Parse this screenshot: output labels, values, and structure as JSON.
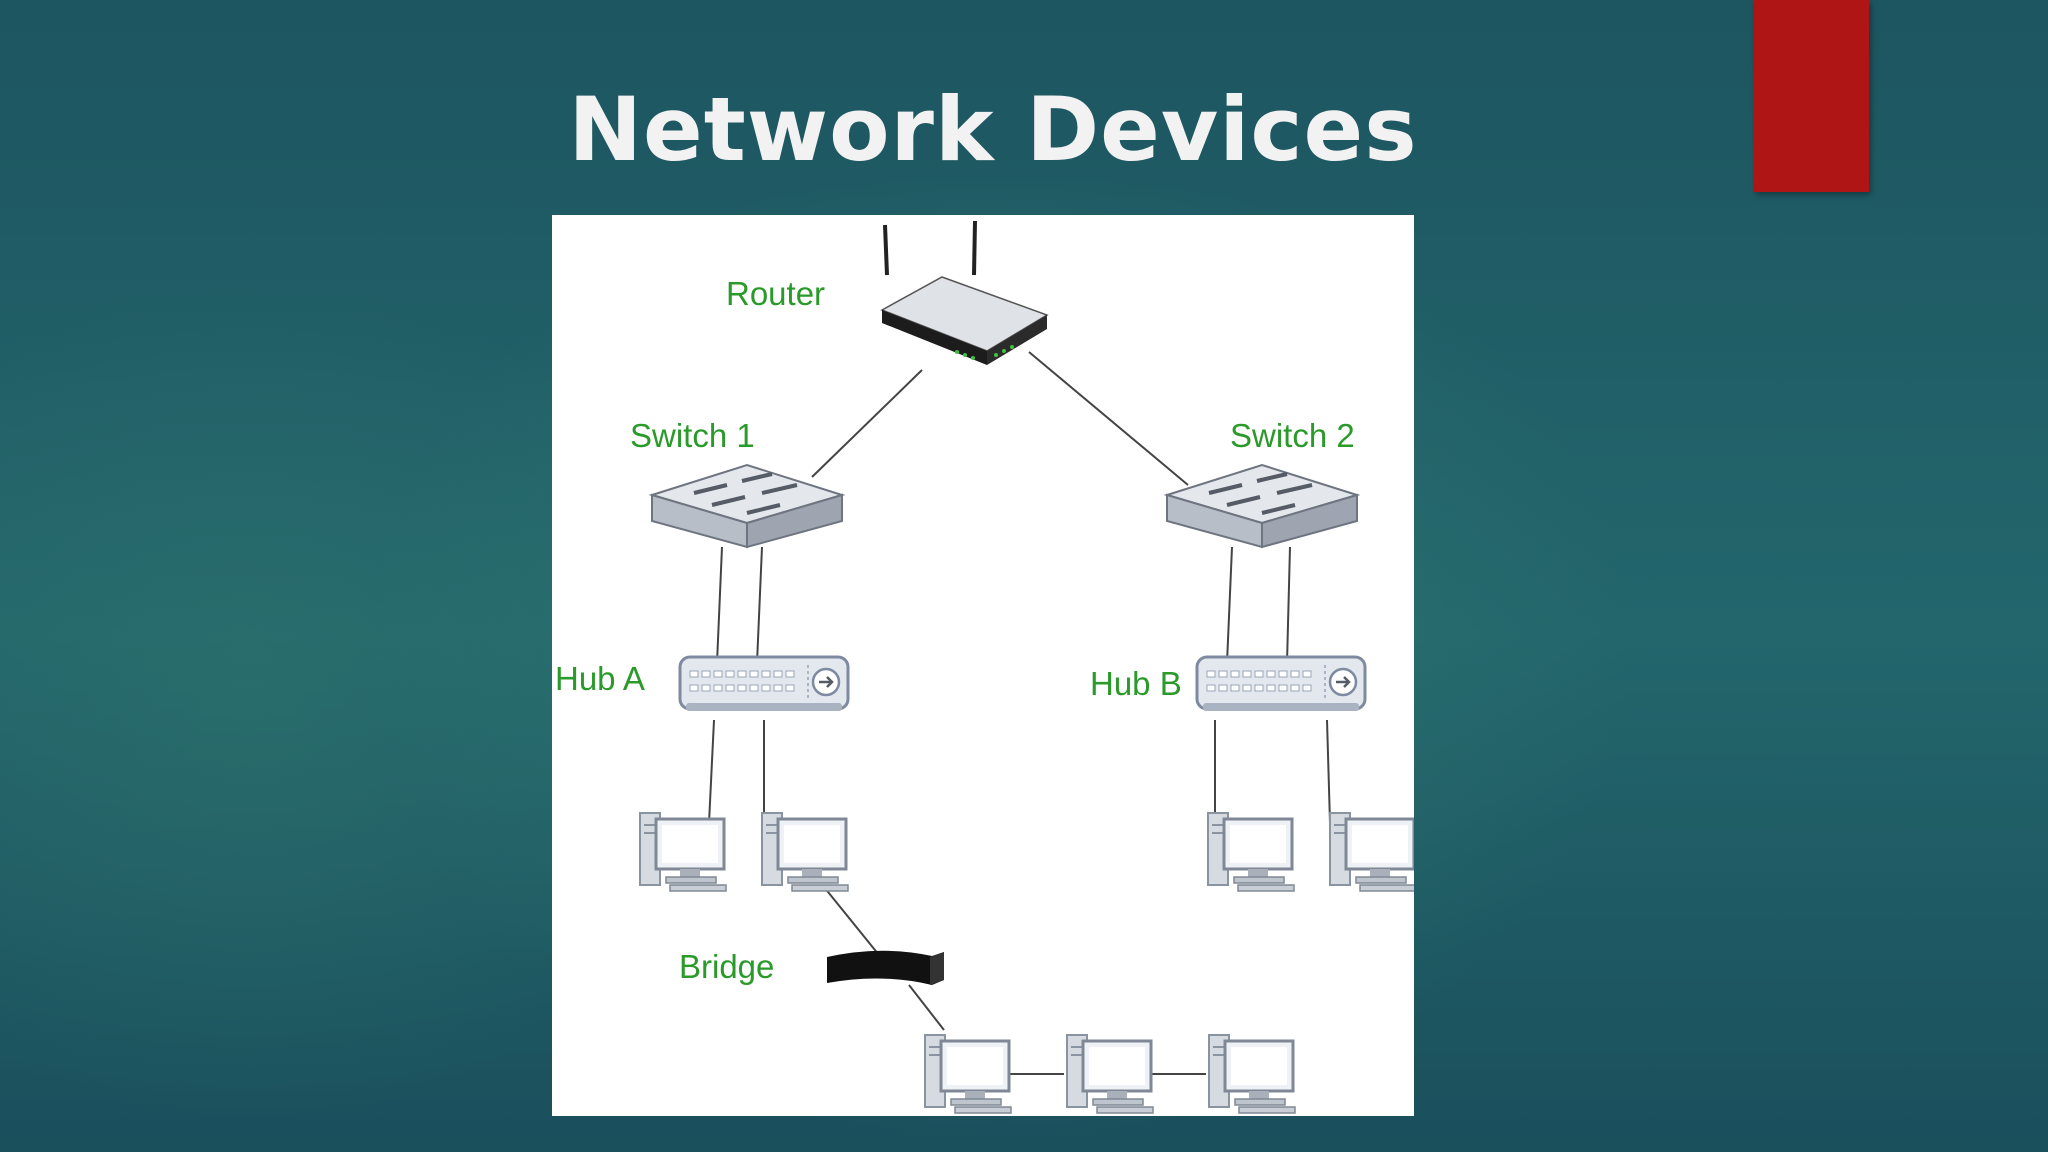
{
  "slide": {
    "title": "Network Devices",
    "accent_color": "#b01515"
  },
  "diagram": {
    "label_color": "#2a9a2a",
    "labels": {
      "router": "Router",
      "switch1": "Switch 1",
      "switch2": "Switch 2",
      "hub_a": "Hub A",
      "hub_b": "Hub B",
      "bridge": "Bridge"
    },
    "icons": {
      "router": "router-icon",
      "switch": "network-switch-icon",
      "hub": "hub-icon",
      "bridge": "bridge-icon",
      "computer": "desktop-computer-icon"
    }
  }
}
